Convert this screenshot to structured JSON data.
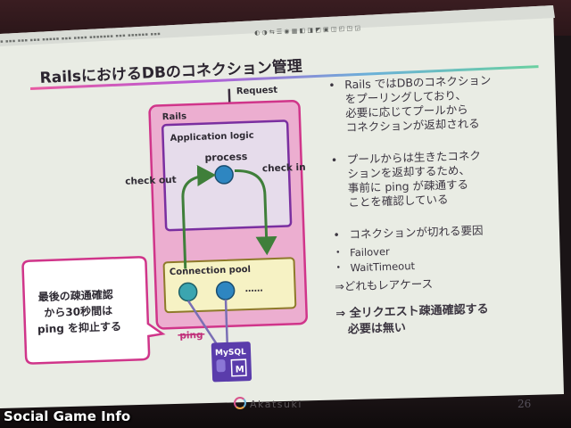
{
  "slide": {
    "title": "RailsにおけるDBのコネクション管理",
    "page_number": "26",
    "brand": "Akatsuki",
    "watermark": "Social Game Info"
  },
  "diagram": {
    "request_label": "Request",
    "rails_label": "Rails",
    "app_logic_label": "Application logic",
    "process_label": "process",
    "check_out_label": "check out",
    "check_in_label": "check in",
    "pool_label": "Connection pool",
    "pool_ellipsis": "……",
    "ping_label": "ping",
    "mysql_label": "MySQL",
    "mysql_m": "M",
    "callout_lines": [
      "最後の疎通確認",
      "から30秒間は",
      "ping を抑止する"
    ],
    "colors": {
      "rails_border": "#d0358a",
      "rails_fill": "#ecaed0",
      "app_border": "#7a2fa0",
      "pool_fill": "#f6f2c4",
      "pool_border": "#8e7a2a",
      "arrow_green": "#3f7f3a",
      "circle_blue": "#2e86c1",
      "circle_teal": "#3ba5b0",
      "mysql": "#5a3cab",
      "callout_border": "#d0358a"
    }
  },
  "bullets": [
    {
      "lines": [
        "Rails ではDBのコネクション",
        "をプーリングしており、",
        "必要に応じてプールから",
        "コネクションが返却される"
      ]
    },
    {
      "lines": [
        "プールからは生きたコネク",
        "ションを返却するため、",
        "事前に ping が疎通する",
        "ことを確認している"
      ]
    },
    {
      "lines": [
        "コネクションが切れる要因"
      ],
      "sub": [
        "Failover",
        "WaitTimeout"
      ]
    }
  ],
  "marker": "•",
  "note": "⇒どれもレアケース",
  "conclusion_lines": [
    "⇒ 全リクエスト疎通確認する",
    "　必要は無い"
  ]
}
